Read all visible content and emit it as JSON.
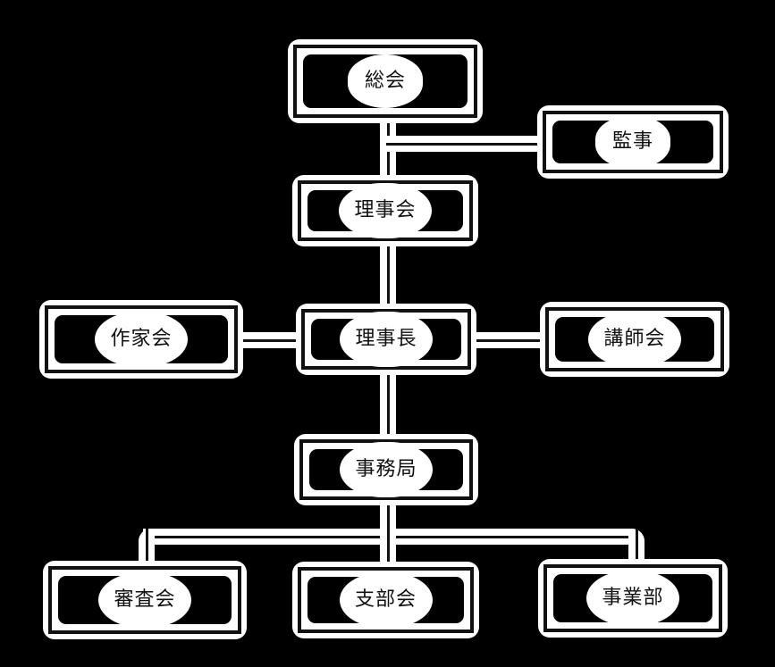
{
  "diagram": {
    "type": "organization-chart",
    "title": "",
    "background_color": "#000000",
    "box_color": "#ffffff",
    "text_color": "#111111",
    "nodes": [
      {
        "id": "sokai",
        "label": "総会",
        "level": 0,
        "role": "general-assembly"
      },
      {
        "id": "kanji",
        "label": "監事",
        "level": 0,
        "role": "auditor"
      },
      {
        "id": "rijikai",
        "label": "理事会",
        "level": 1,
        "role": "board-of-directors"
      },
      {
        "id": "sakkakai",
        "label": "作家会",
        "level": 2,
        "role": "writers-association"
      },
      {
        "id": "rijicho",
        "label": "理事長",
        "level": 2,
        "role": "chairman"
      },
      {
        "id": "koshikai",
        "label": "講師会",
        "level": 2,
        "role": "lecturers-association"
      },
      {
        "id": "jimukyoku",
        "label": "事務局",
        "level": 3,
        "role": "secretariat"
      },
      {
        "id": "shinsakai",
        "label": "審査会",
        "level": 4,
        "role": "review-committee"
      },
      {
        "id": "shibukai",
        "label": "支部会",
        "level": 4,
        "role": "branch-assembly"
      },
      {
        "id": "jigyobu",
        "label": "事業部",
        "level": 4,
        "role": "business-division"
      }
    ],
    "edges": [
      {
        "from": "sokai",
        "to": "kanji",
        "style": "orthogonal"
      },
      {
        "from": "sokai",
        "to": "rijikai",
        "style": "vertical"
      },
      {
        "from": "rijikai",
        "to": "rijicho",
        "style": "vertical"
      },
      {
        "from": "rijicho",
        "to": "sakkakai",
        "style": "horizontal"
      },
      {
        "from": "rijicho",
        "to": "koshikai",
        "style": "horizontal"
      },
      {
        "from": "rijicho",
        "to": "jimukyoku",
        "style": "vertical"
      },
      {
        "from": "jimukyoku",
        "to": "shinsakai",
        "style": "orthogonal"
      },
      {
        "from": "jimukyoku",
        "to": "shibukai",
        "style": "vertical"
      },
      {
        "from": "jimukyoku",
        "to": "jigyobu",
        "style": "orthogonal"
      }
    ]
  }
}
